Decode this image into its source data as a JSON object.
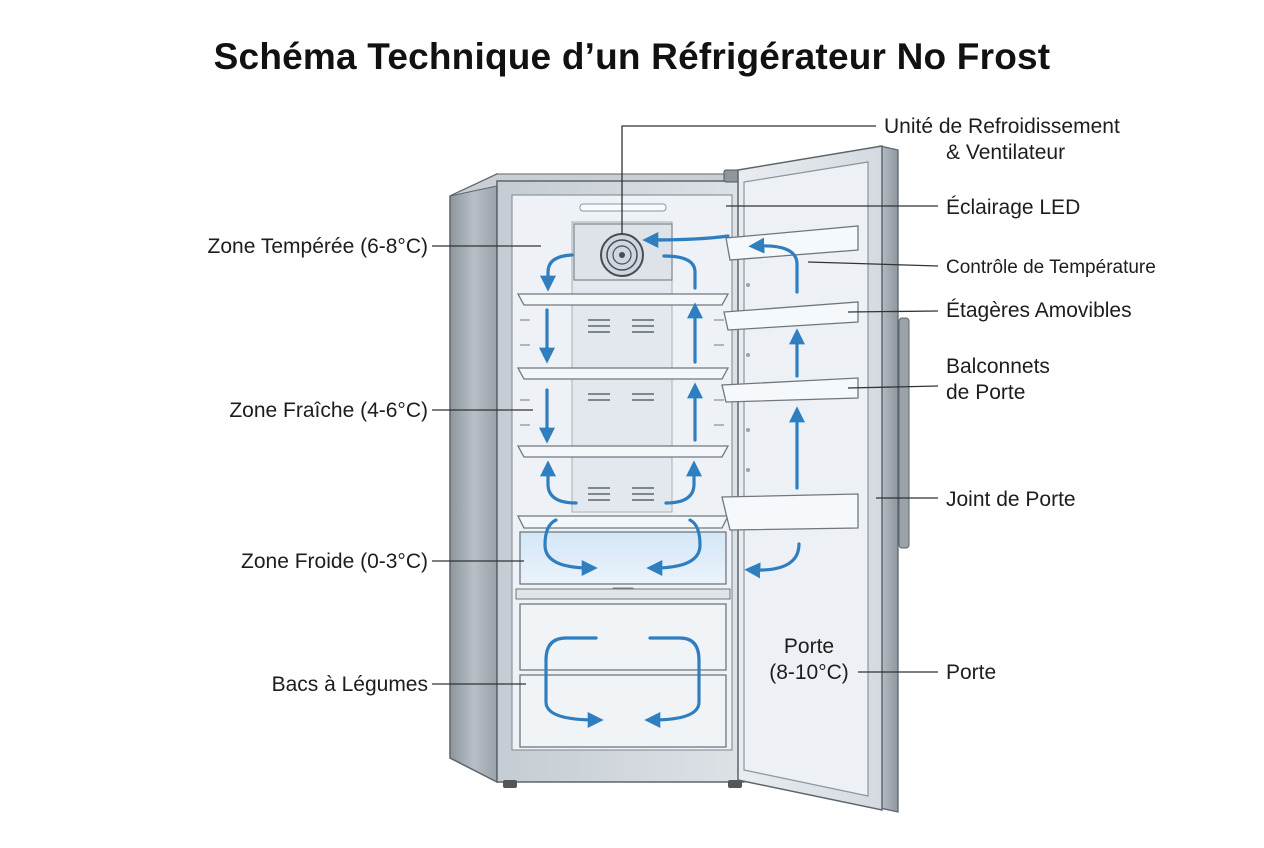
{
  "title": "Schéma Technique d’un Réfrigérateur No Frost",
  "colors": {
    "airflow": "#2f7fc0",
    "leader": "#333333",
    "steel": "#a9b1b9",
    "interior": "#eef2f6"
  },
  "labels_left": {
    "zone_temperee": "Zone Tempérée (6-8°C)",
    "zone_fraiche": "Zone Fraîche (4-6°C)",
    "zone_froide": "Zone Froide (0-3°C)",
    "bacs_legumes": "Bacs à Légumes"
  },
  "labels_right": {
    "unite_line1": "Unité de Refroidissement",
    "unite_line2": "& Ventilateur",
    "eclairage": "Éclairage LED",
    "controle": "Contrôle de Température",
    "etageres": "Étagères Amovibles",
    "balconnets_line1": "Balconnets",
    "balconnets_line2": "de Porte",
    "joint": "Joint de Porte",
    "porte": "Porte"
  },
  "door_text": {
    "line1": "Porte",
    "line2": "(8-10°C)"
  }
}
